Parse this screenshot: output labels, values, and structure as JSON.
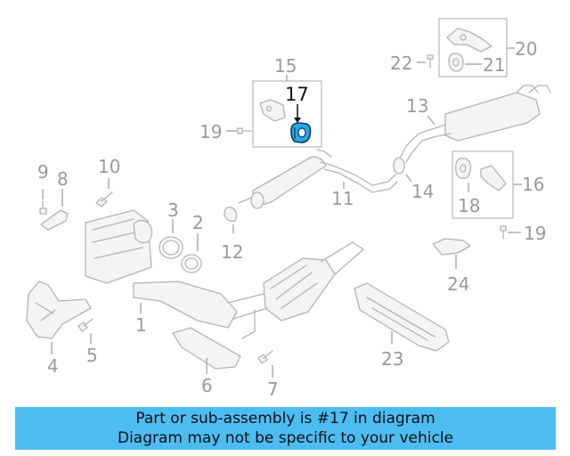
{
  "diagram": {
    "callouts": {
      "c1": "1",
      "c2": "2",
      "c3": "3",
      "c4": "4",
      "c5": "5",
      "c6": "6",
      "c7": "7",
      "c8": "8",
      "c9": "9",
      "c10": "10",
      "c11": "11",
      "c12": "12",
      "c13": "13",
      "c14": "14",
      "c15": "15",
      "c16": "16",
      "c17": "17",
      "c18": "18",
      "c19a": "19",
      "c19b": "19",
      "c20": "20",
      "c21": "21",
      "c22": "22",
      "c23": "23",
      "c24": "24"
    },
    "highlighted_part": "17",
    "colors": {
      "highlight": "#2aa7e8",
      "parts": "#b4b4b4",
      "banner": "#4dbcf2"
    }
  },
  "banner": {
    "line1": "Part or sub-assembly is #17 in diagram",
    "line2": "Diagram may not be specific to your vehicle"
  }
}
